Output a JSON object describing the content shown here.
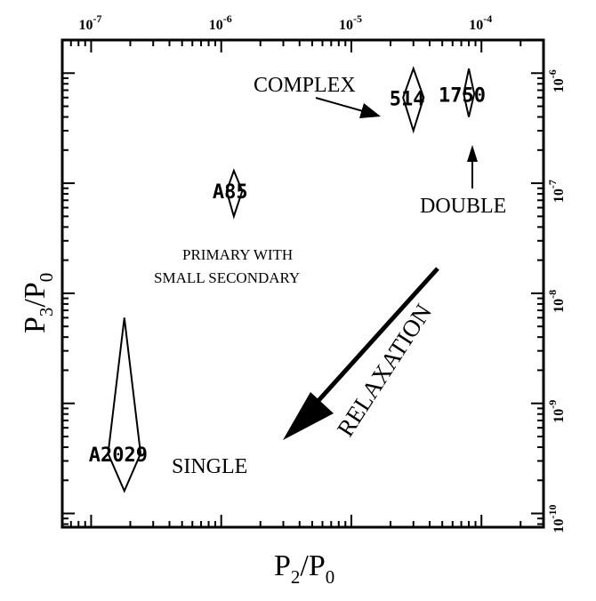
{
  "chart_data": {
    "type": "scatter",
    "title": "",
    "xlabel": "P2/P0",
    "ylabel": "P3/P0",
    "xscale": "log",
    "yscale": "log",
    "xlim": [
      6e-08,
      0.0003
    ],
    "ylim": [
      7.5e-11,
      2e-06
    ],
    "grid": false,
    "x_ticks": [
      {
        "value": 1e-07,
        "label": "10",
        "exp": "-7"
      },
      {
        "value": 1e-06,
        "label": "10",
        "exp": "-6"
      },
      {
        "value": 1e-05,
        "label": "10",
        "exp": "-5"
      },
      {
        "value": 0.0001,
        "label": "10",
        "exp": "-4"
      }
    ],
    "y_ticks": [
      {
        "value": 1e-06,
        "label": "10",
        "exp": "-6"
      },
      {
        "value": 1e-07,
        "label": "10",
        "exp": "-7"
      },
      {
        "value": 1e-08,
        "label": "10",
        "exp": "-8"
      },
      {
        "value": 1e-09,
        "label": "10",
        "exp": "-9"
      },
      {
        "value": 1e-10,
        "label": "10",
        "exp": "-10"
      }
    ],
    "points": [
      {
        "label": "A2029",
        "x": 1.8e-07,
        "y": 3.5e-10,
        "x_err": [
          1.35e-07,
          2.4e-07
        ],
        "y_err": [
          1.6e-10,
          6e-09
        ]
      },
      {
        "label": "A85",
        "x": 1.25e-06,
        "y": 8.5e-08,
        "x_err": [
          1.1e-06,
          1.45e-06
        ],
        "y_err": [
          5e-08,
          1.3e-07
        ]
      },
      {
        "label": "514",
        "x": 3e-05,
        "y": 6e-07,
        "x_err": [
          2.5e-05,
          3.6e-05
        ],
        "y_err": [
          3e-07,
          1.1e-06
        ]
      },
      {
        "label": "1750",
        "x": 8e-05,
        "y": 6.5e-07,
        "x_err": [
          7.3e-05,
          8.8e-05
        ],
        "y_err": [
          4e-07,
          1.1e-06
        ]
      }
    ],
    "annotations": {
      "complex": "COMPLEX",
      "double": "DOUBLE",
      "primary_line1": "PRIMARY WITH",
      "primary_line2": "SMALL SECONDARY",
      "single": "SINGLE",
      "relaxation": "RELAXATION"
    }
  }
}
